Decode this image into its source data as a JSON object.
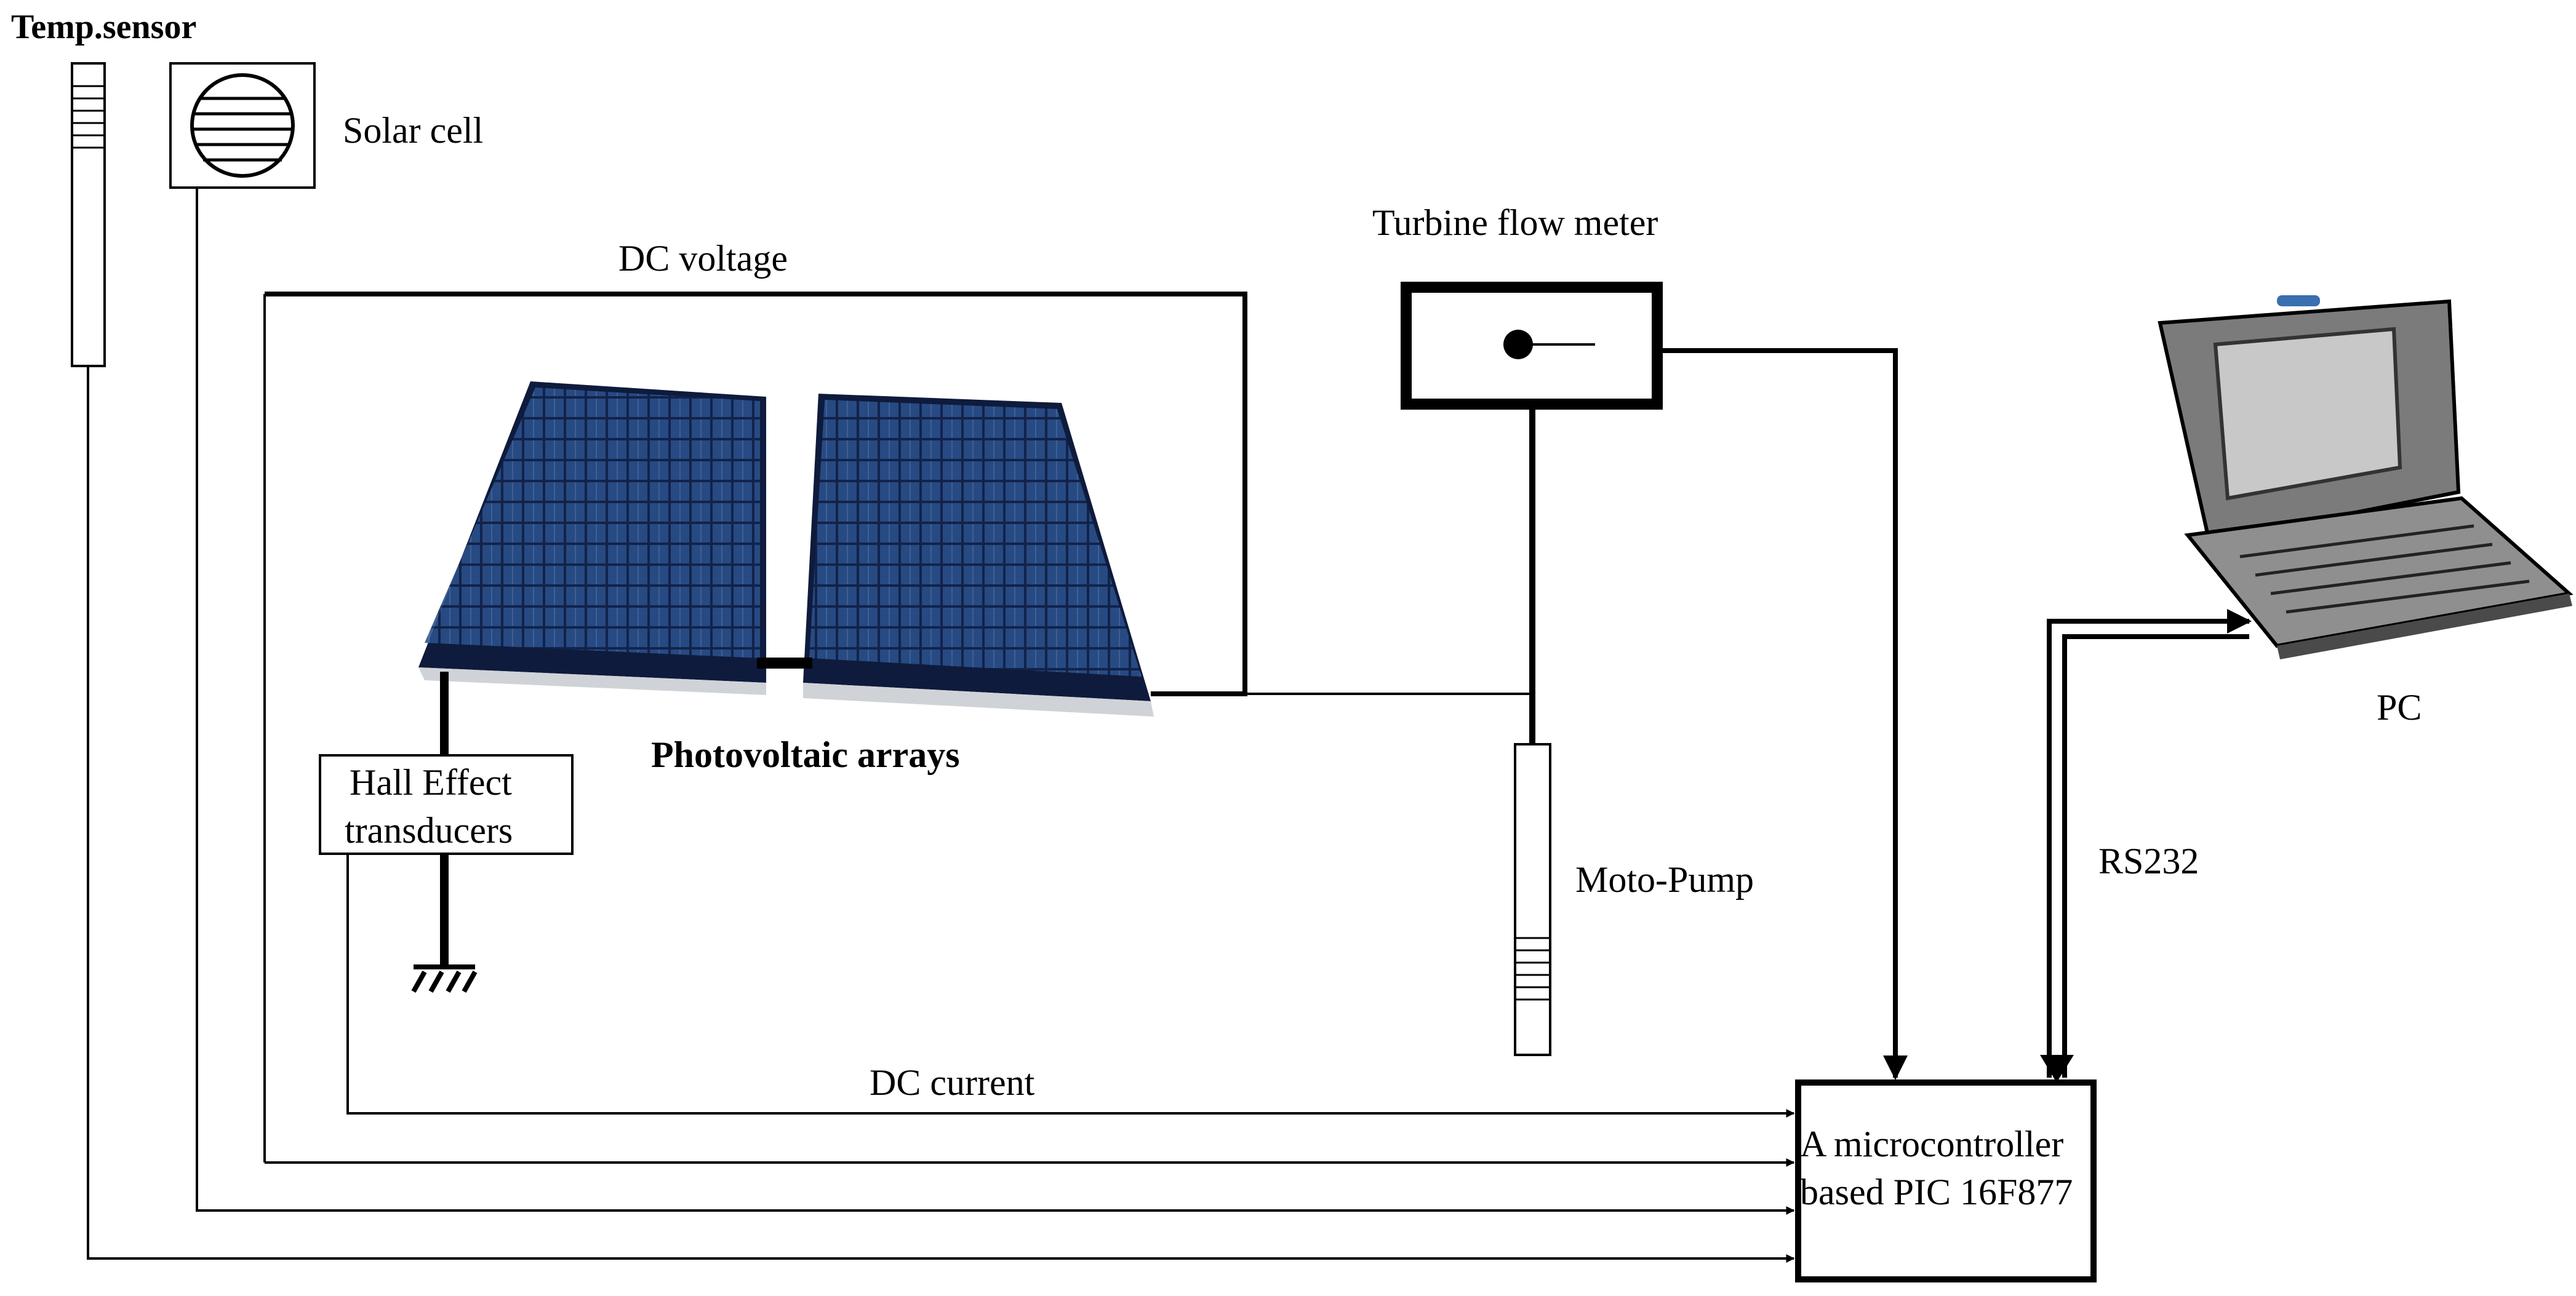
{
  "labels": {
    "temp_sensor": "Temp.sensor",
    "solar_cell": "Solar cell",
    "dc_voltage": "DC voltage",
    "turbine_flow_meter": "Turbine flow meter",
    "photovoltaic_arrays": "Photovoltaic arrays",
    "hall_effect_line1": "Hall Effect",
    "hall_effect_line2": "transducers",
    "moto_pump": "Moto-Pump",
    "pc": "PC",
    "rs232": "RS232",
    "dc_current": "DC current",
    "microcontroller_line1": "A microcontroller",
    "microcontroller_line2": "based PIC 16F877"
  },
  "colors": {
    "line": "#000000",
    "panel_dark": "#0e1a3a",
    "panel_cell": "#1f3d73",
    "panel_frame": "#c9cdd3",
    "laptop_body": "#8a8a8a",
    "laptop_screen": "#c4c4c4"
  }
}
